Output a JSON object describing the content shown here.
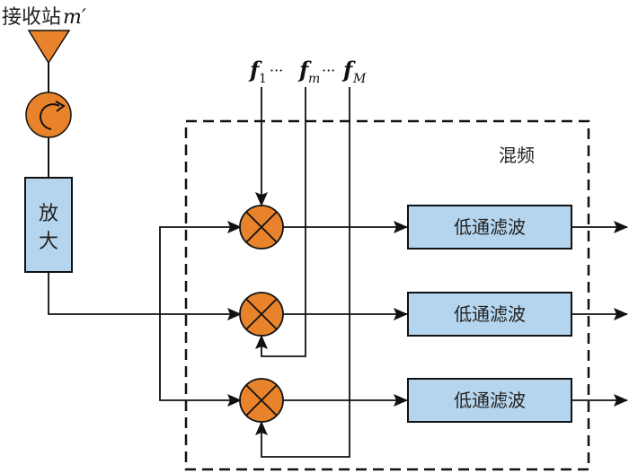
{
  "title": {
    "station_label": "接收站",
    "station_symbol": "m′"
  },
  "amplifier": {
    "label_line1": "放",
    "label_line2": "大"
  },
  "mixer_group": {
    "label": "混频"
  },
  "frequencies": {
    "f1": {
      "base": "f",
      "sub": "1"
    },
    "dots1": "···",
    "fm": {
      "base": "f",
      "sub": "m"
    },
    "dots2": "···",
    "fM": {
      "base": "f",
      "sub": "M"
    }
  },
  "filters": [
    {
      "label": "低通滤波"
    },
    {
      "label": "低通滤波"
    },
    {
      "label": "低通滤波"
    }
  ],
  "colors": {
    "orange": "#E8832B",
    "blue_box": "#B5D5EE",
    "stroke": "#111111"
  }
}
